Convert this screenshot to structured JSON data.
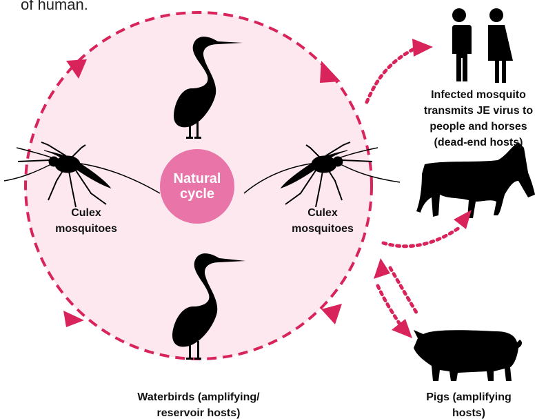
{
  "top_fragment": "of human.",
  "center": {
    "line1": "Natural",
    "line2": "cycle"
  },
  "labels": {
    "culex_left": {
      "line1": "Culex",
      "line2": "mosquitoes"
    },
    "culex_right": {
      "line1": "Culex",
      "line2": "mosquitoes"
    },
    "infected": {
      "line1": "Infected mosquito",
      "line2": "transmits JE virus to",
      "line3": "people and horses",
      "line4": "(dead-end hosts)"
    },
    "waterbirds": {
      "line1": "Waterbirds (amplifying/",
      "line2": "reservoir hosts)"
    },
    "pigs": {
      "line1": "Pigs (amplifying",
      "line2": "hosts)"
    }
  },
  "colors": {
    "cycle_fill": "#fde8ef",
    "cycle_stroke": "#d8245a",
    "center_fill": "#e874a8",
    "silhouette": "#000000"
  },
  "icons": [
    "heron-icon",
    "mosquito-icon",
    "people-icon",
    "horse-icon",
    "pig-icon",
    "arrow-icon"
  ]
}
